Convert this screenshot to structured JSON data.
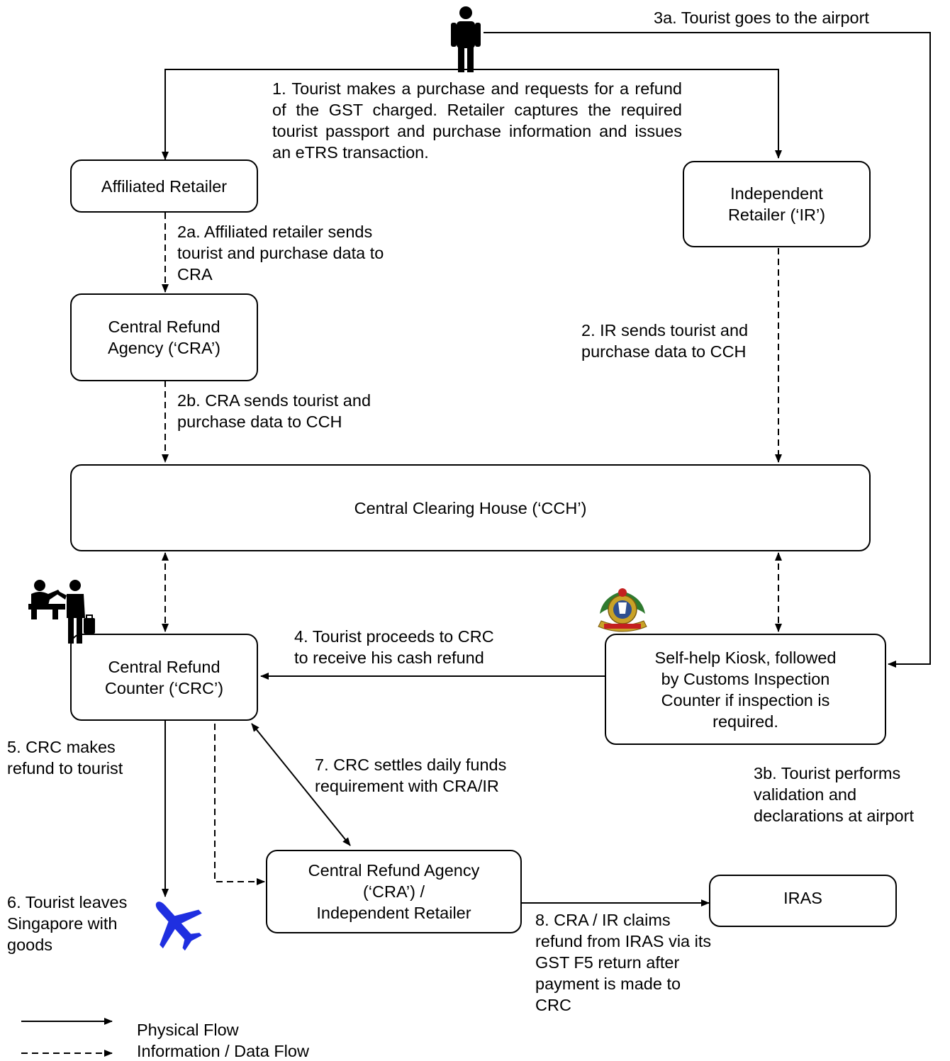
{
  "nodes": {
    "affiliated_retailer": "Affiliated Retailer",
    "independent_retailer": [
      "Independent",
      "Retailer (‘IR’)"
    ],
    "cra_top": [
      "Central Refund",
      "Agency (‘CRA’)"
    ],
    "cch": "Central Clearing House (‘CCH’)",
    "crc": [
      "Central Refund",
      "Counter (‘CRC’)"
    ],
    "kiosk": [
      "Self-help Kiosk, followed",
      "by Customs Inspection",
      "Counter if inspection is",
      "required."
    ],
    "cra_ir_bottom": [
      "Central Refund Agency",
      "(‘CRA’) /",
      "Independent Retailer"
    ],
    "iras": "IRAS"
  },
  "labels": {
    "step1": "1. Tourist makes a purchase and requests for a refund of the GST charged. Retailer captures the required tourist passport and purchase information and issues an eTRS transaction.",
    "step2a": [
      "2a. Affiliated retailer sends",
      "tourist and purchase data to",
      "CRA"
    ],
    "step2b": [
      "2b. CRA sends tourist and",
      "purchase data to CCH"
    ],
    "step2": [
      "2. IR sends tourist and",
      "purchase data to CCH"
    ],
    "step3a": "3a. Tourist goes to the airport",
    "step3b": [
      "3b. Tourist performs",
      "validation and",
      "declarations at airport"
    ],
    "step4": [
      "4. Tourist proceeds to CRC",
      "to receive his cash refund"
    ],
    "step5": [
      "5. CRC makes",
      "refund to tourist"
    ],
    "step6": [
      "6. Tourist leaves",
      "Singapore with",
      "goods"
    ],
    "step7": [
      "7. CRC settles daily funds",
      "requirement with CRA/IR"
    ],
    "step8": [
      "8. CRA / IR claims",
      "refund from IRAS via its",
      "GST F5 return after",
      "payment is made to",
      "CRC"
    ]
  },
  "legend": {
    "physical": "Physical Flow",
    "data": "Information / Data Flow"
  },
  "icons": {
    "tourist": "person-icon",
    "counter": "service-counter-icon",
    "customs": "customs-crest-icon",
    "plane": "airplane-icon"
  },
  "colors": {
    "line": "#000000",
    "plane": "#1f2fe0",
    "crest_green": "#2f7a2f",
    "crest_gold": "#c9a227",
    "crest_red": "#c42020"
  }
}
